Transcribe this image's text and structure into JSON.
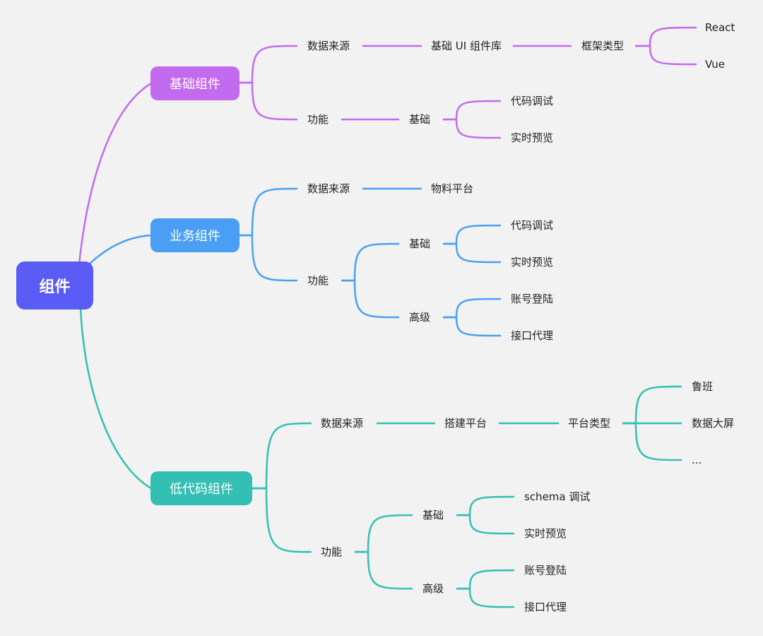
{
  "root": {
    "label": "组件"
  },
  "colors": {
    "root": "#5b5bf6",
    "purple": "#c36bef",
    "blue": "#4a9ff4",
    "teal": "#33bfb3"
  },
  "branches": [
    {
      "label": "基础组件",
      "children": [
        {
          "label": "数据来源",
          "chain": [
            "基础 UI 组件库",
            "框架类型"
          ],
          "leaves": [
            "React",
            "Vue"
          ]
        },
        {
          "label": "功能",
          "chain": [
            "基础"
          ],
          "leaves": [
            "代码调试",
            "实时预览"
          ]
        }
      ]
    },
    {
      "label": "业务组件",
      "children": [
        {
          "label": "数据来源",
          "chain": [
            "物料平台"
          ]
        },
        {
          "label": "功能",
          "children": [
            {
              "label": "基础",
              "leaves": [
                "代码调试",
                "实时预览"
              ]
            },
            {
              "label": "高级",
              "leaves": [
                "账号登陆",
                "接口代理"
              ]
            }
          ]
        }
      ]
    },
    {
      "label": "低代码组件",
      "children": [
        {
          "label": "数据来源",
          "chain": [
            "搭建平台",
            "平台类型"
          ],
          "leaves": [
            "鲁班",
            "数据大屏",
            "..."
          ]
        },
        {
          "label": "功能",
          "children": [
            {
              "label": "基础",
              "leaves": [
                "schema 调试",
                "实时预览"
              ]
            },
            {
              "label": "高级",
              "leaves": [
                "账号登陆",
                "接口代理"
              ]
            }
          ]
        }
      ]
    }
  ]
}
